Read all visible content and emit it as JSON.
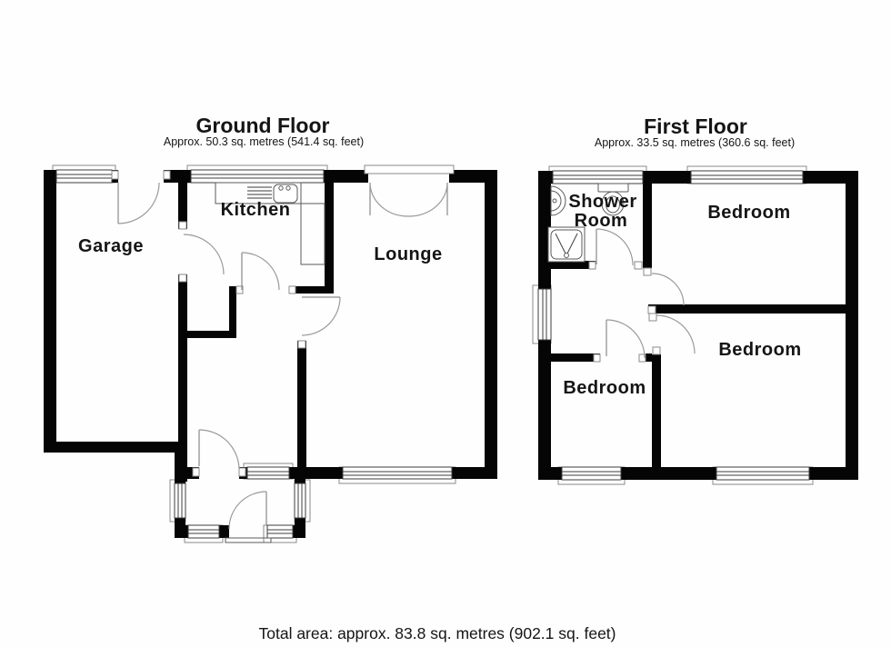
{
  "ground_floor": {
    "title": "Ground Floor",
    "area": "Approx. 50.3 sq. metres (541.4 sq. feet)",
    "rooms": {
      "garage": "Garage",
      "kitchen": "Kitchen",
      "lounge": "Lounge"
    }
  },
  "first_floor": {
    "title": "First Floor",
    "area": "Approx. 33.5 sq. metres (360.6 sq. feet)",
    "rooms": {
      "shower_room_line1": "Shower",
      "shower_room_line2": "Room",
      "bedroom_top": "Bedroom",
      "bedroom_right": "Bedroom",
      "bedroom_left": "Bedroom"
    }
  },
  "footer": {
    "total_area": "Total area: approx. 83.8 sq. metres (902.1 sq. feet)"
  },
  "colors": {
    "wall": "#050505",
    "door_arc": "#9a9a9a",
    "window_line": "#3c3c3c",
    "text": "#151515",
    "background": "#ffffff"
  }
}
